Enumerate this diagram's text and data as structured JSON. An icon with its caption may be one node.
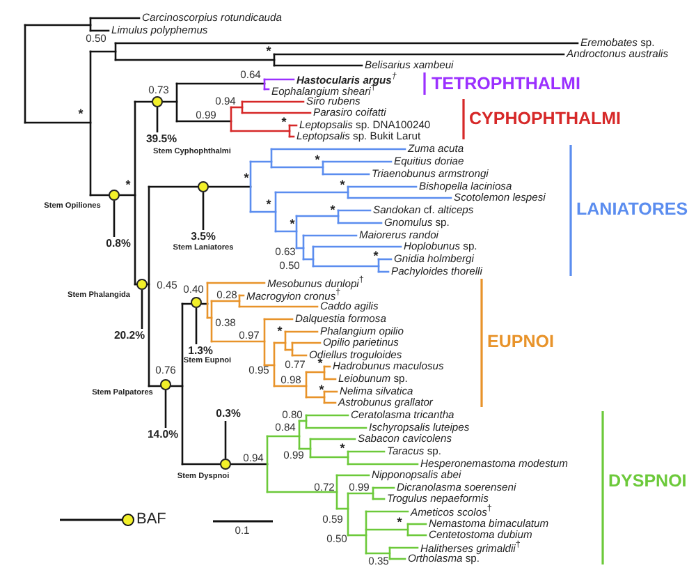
{
  "diagram": {
    "nodes": [
      {
        "text": [],
        "shape": "circle",
        "beside": [
          "0.73"
        ]
      },
      {
        "text": [
          "39.5%"
        ],
        "beside": [
          "Stem Cyphophthalmi"
        ]
      },
      {
        "text": [],
        "shape": "circle"
      },
      {
        "text": [],
        "shape": "circle",
        "beside": [
          "Stem Opiliones"
        ]
      },
      {
        "text": [
          "3.5%"
        ],
        "beside": [
          "Stem Laniatores"
        ]
      },
      {
        "text": [
          "0.8%"
        ]
      },
      {
        "text": [],
        "shape": "circle",
        "beside": [
          "Stem Phalangida"
        ]
      },
      {
        "text": [],
        "shape": "circle",
        "beside": [
          "0.40"
        ]
      },
      {
        "text": [
          "20.2%"
        ]
      },
      {
        "text": [
          "1.3%"
        ],
        "beside": [
          "Stem Eupnoi"
        ]
      },
      {
        "text": [],
        "shape": "circle",
        "beside": [
          "0.76",
          "Stem Palpatores"
        ]
      },
      {
        "text": [
          "0.3%"
        ]
      },
      {
        "text": [
          "14.0%"
        ]
      },
      {
        "text": [],
        "shape": "circle",
        "beside": [
          "0.94",
          "Stem Dyspnoi"
        ]
      }
    ],
    "edges": [
      {
        "from": 0,
        "to": 1,
        "arrow": "none"
      },
      {
        "from": 2,
        "to": 4,
        "arrow": "none"
      },
      {
        "from": 3,
        "to": 5,
        "arrow": "none"
      },
      {
        "from": 6,
        "to": 8,
        "arrow": "none"
      },
      {
        "from": 7,
        "to": 9,
        "arrow": "none"
      },
      {
        "from": 10,
        "to": 12,
        "arrow": "none"
      },
      {
        "from": 13,
        "to": 11,
        "arrow": "none"
      }
    ],
    "labels": [
      "Carcinoscorpius rotundicauda",
      "Limulus polyphemus",
      "0.50",
      "*Eremobates* sp.",
      "*",
      "Androctonus australis",
      "Belisarius xambeui",
      "0.64",
      "**Hastocularis argus**$^{†}$",
      "*Eophalangium sheari*$^{†}$",
      "TETROPHTHALMI",
      "0.94",
      "Siro rubens",
      "Parasiro coifatti",
      "0.99",
      "*",
      "CYPHOPHTHALMI",
      "*",
      "*Leptopsalis* sp. DNA100240",
      "*Leptopsalis* sp. Bukit Larut",
      "Zuma acuta",
      "*",
      "Equitius doriae",
      "Triaenobunus armstrongi",
      "*",
      "*",
      "Bishopella laciniosa",
      "*",
      "Scotolemon lespesi",
      "*",
      "LANIATORES",
      "*",
      "*Sandokan* cf. *alticeps*",
      "*Gnomulus* sp.",
      "*",
      "Maiorerus randoi",
      "*Hoplobunus* sp.",
      "0.63",
      "*",
      "Gnidia holmbergi",
      "0.50",
      "Pachyloides thorelli",
      "*Mesobunus dunlopi*$^{†}$",
      "0.45",
      "0.28",
      "*Macrogyion cronus*$^{†}$",
      "Caddo agilis",
      "Dalquestia formosa",
      "0.38",
      "0.97",
      "*",
      "Phalangium opilio",
      "EUPNOI",
      "Opilio parietinus",
      "Odiellus troguloides",
      "0.77",
      "*",
      "Hadrobunus maculosus",
      "0.95",
      "*Leiobunum* sp.",
      "0.98",
      "*",
      "Nelima silvatica",
      "Astrobunus grallator",
      "0.80",
      "Ceratolasma tricantha",
      "0.84",
      "Ischyropsalis luteipes",
      "Sabacon cavicolens",
      "*",
      "*Taracus* sp.",
      "0.99",
      "Hesperonemastoma modestum",
      "Nipponopsalis abei",
      "DYSPNOI",
      "0.72",
      "0.99",
      "Dicranolasma soerenseni",
      "Trogulus nepaeformis",
      "*Ameticos scolos*$^{†}$",
      "0.59",
      "*",
      "Nemastoma bimaculatum",
      "0.1",
      "0.50",
      "Centetostoma dubium",
      "*Halitherses grimaldii*$^{†}$",
      "*Ortholasma* sp.",
      "0.35"
    ],
    "legend": [
      {
        "text": "BAF"
      }
    ]
  }
}
